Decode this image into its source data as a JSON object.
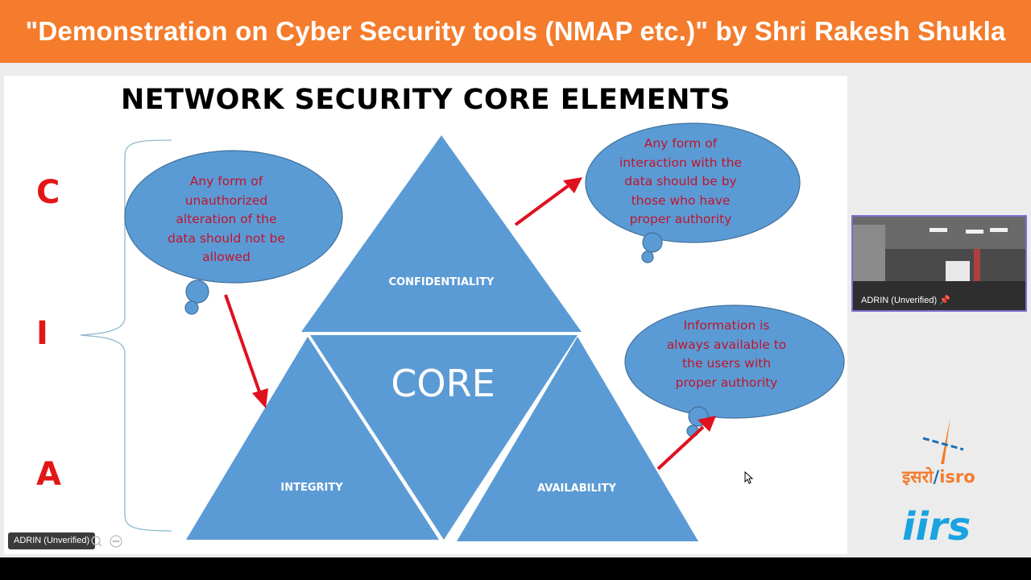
{
  "banner": {
    "title": "\"Demonstration on Cyber Security tools (NMAP etc.)\" by Shri Rakesh Shukla"
  },
  "slide": {
    "title": "NETWORK SECURITY CORE ELEMENTS",
    "cia_letters": [
      "C",
      "I",
      "A"
    ],
    "clouds": {
      "integrity": [
        "Any form of",
        "unauthorized",
        "alteration of the",
        "data should not be",
        "allowed"
      ],
      "confidentiality": [
        "Any form of",
        "interaction with the",
        "data should be by",
        "those who have",
        "proper authority"
      ],
      "availability": [
        "Information is",
        "always available to",
        "the users with",
        "proper authority"
      ]
    },
    "triangles": {
      "top": "CONFIDENTIALITY",
      "center": "CORE",
      "left": "INTEGRITY",
      "right": "AVAILABILITY"
    },
    "colors": {
      "triangle": "#5b9bd5",
      "arrow": "#e0101e",
      "letters": "#e31616",
      "cloud_text": "#c0142c"
    }
  },
  "video_tile": {
    "participant": "ADRIN (Unverified)"
  },
  "self_tile": {
    "participant": "ADRIN (Unverified)"
  },
  "logos": {
    "isro_hindi": "इसरो",
    "isro_english": "isro",
    "iirs": "iirs"
  }
}
